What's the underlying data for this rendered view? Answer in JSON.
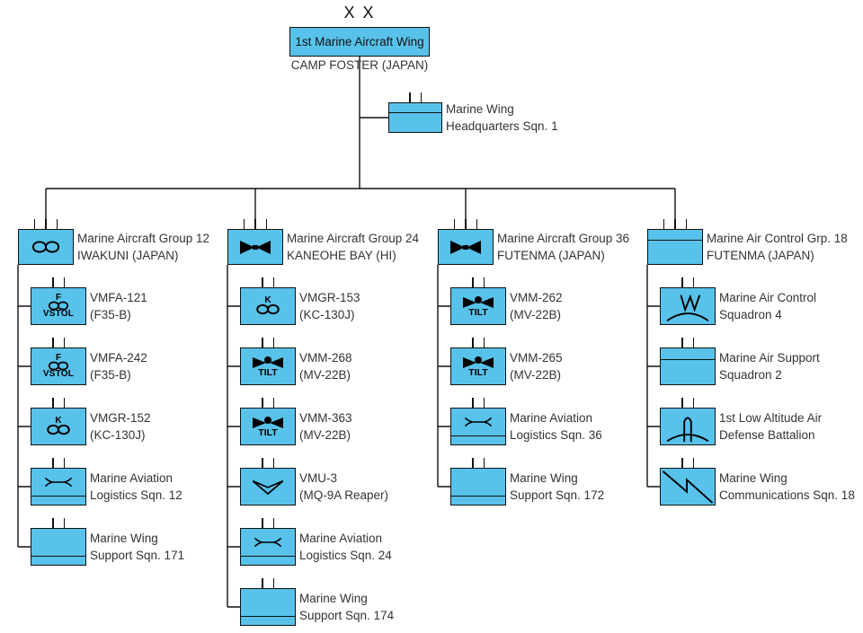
{
  "colors": {
    "box-fill": "#58C2EA",
    "line": "#111111",
    "text": "#333333"
  },
  "wing": {
    "echelon": "X X",
    "name": "1st Marine Aircraft Wing",
    "location": "CAMP FOSTER (JAPAN)"
  },
  "hq": {
    "line1": "Marine Wing",
    "line2": "Headquarters Sqn. 1",
    "icon": "headquarters-bar"
  },
  "columns": [
    {
      "group": {
        "line1": "Marine Aircraft Group 12",
        "line2": "IWAKUNI (JAPAN)",
        "icon": "fixed-wing"
      },
      "units": [
        {
          "line1": "VMFA-121",
          "line2": "(F35-B)",
          "icon": "fixed-wing",
          "top": "F",
          "bottom": "VSTOL"
        },
        {
          "line1": "VMFA-242",
          "line2": "(F35-B)",
          "icon": "fixed-wing",
          "top": "F",
          "bottom": "VSTOL"
        },
        {
          "line1": "VMGR-152",
          "line2": "(KC-130J)",
          "icon": "fixed-wing",
          "top": "K"
        },
        {
          "line1": "Marine Aviation",
          "line2": "Logistics Sqn. 12",
          "icon": "maintenance"
        },
        {
          "line1": "Marine Wing",
          "line2": "Support Sqn. 171",
          "icon": "support-bar"
        }
      ]
    },
    {
      "group": {
        "line1": "Marine Aircraft Group 24",
        "line2": "KANEOHE BAY (HI)",
        "icon": "rotary-wing"
      },
      "units": [
        {
          "line1": "VMGR-153",
          "line2": "(KC-130J)",
          "icon": "fixed-wing",
          "top": "K"
        },
        {
          "line1": "VMM-268",
          "line2": "(MV-22B)",
          "icon": "tiltrotor",
          "bottom": "TILT"
        },
        {
          "line1": "VMM-363",
          "line2": "(MV-22B)",
          "icon": "tiltrotor",
          "bottom": "TILT"
        },
        {
          "line1": "VMU-3",
          "line2": "(MQ-9A Reaper)",
          "icon": "unmanned-aerial"
        },
        {
          "line1": "Marine Aviation",
          "line2": "Logistics Sqn. 24",
          "icon": "maintenance"
        },
        {
          "line1": "Marine Wing",
          "line2": "Support Sqn. 174",
          "icon": "support-bar"
        }
      ]
    },
    {
      "group": {
        "line1": "Marine Aircraft Group 36",
        "line2": "FUTENMA (JAPAN)",
        "icon": "rotary-wing"
      },
      "units": [
        {
          "line1": "VMM-262",
          "line2": "(MV-22B)",
          "icon": "tiltrotor",
          "bottom": "TILT"
        },
        {
          "line1": "VMM-265",
          "line2": "(MV-22B)",
          "icon": "tiltrotor",
          "bottom": "TILT"
        },
        {
          "line1": "Marine Aviation",
          "line2": "Logistics Sqn. 36",
          "icon": "maintenance"
        },
        {
          "line1": "Marine Wing",
          "line2": "Support Sqn. 172",
          "icon": "support-bar"
        }
      ]
    },
    {
      "group": {
        "line1": "Marine Air Control Grp. 18",
        "line2": "FUTENMA (JAPAN)",
        "icon": "headquarters-bar"
      },
      "units": [
        {
          "line1": "Marine Air Control",
          "line2": "Squadron 4",
          "icon": "air-control"
        },
        {
          "line1": "Marine Air Support",
          "line2": "Squadron 2",
          "icon": "headquarters-bar"
        },
        {
          "line1": "1st Low Altitude Air",
          "line2": "Defense Battalion",
          "icon": "air-defense"
        },
        {
          "line1": "Marine Wing",
          "line2": "Communications Sqn. 18",
          "icon": "communications"
        }
      ]
    }
  ]
}
